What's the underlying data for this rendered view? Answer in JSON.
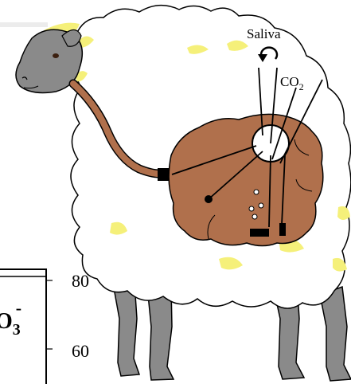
{
  "labels": {
    "saliva": "Saliva",
    "co2_main": "CO",
    "co2_sub": "2"
  },
  "axis": {
    "tick_80": "80",
    "tick_60": "60"
  },
  "partial_label": {
    "main": "O",
    "sub": "3",
    "sup": "-"
  },
  "colors": {
    "rumen": "#b0704c",
    "esophagus": "#b0704c",
    "wool_highlight": "#f5f07a",
    "head": "#8a8a8a",
    "legs": "#8a8a8a",
    "outline": "#000000"
  }
}
